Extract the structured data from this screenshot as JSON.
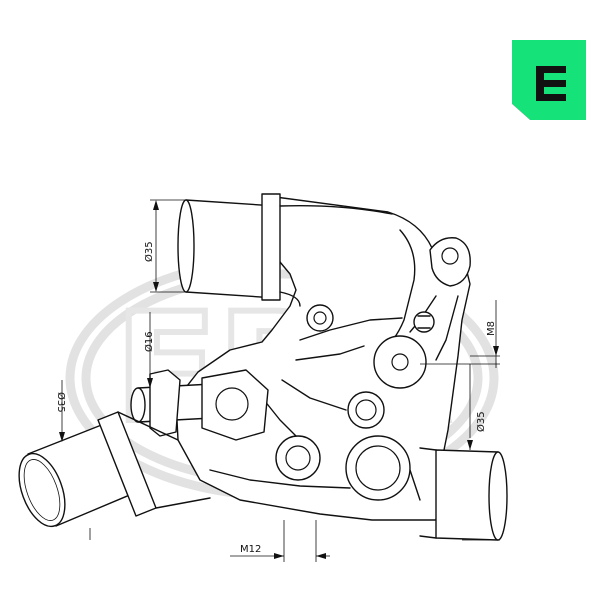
{
  "diagram": {
    "brand_logo": {
      "letter": "E",
      "color": "#16e27a",
      "fg": "#111111"
    },
    "watermark": {
      "text": "ERA",
      "color": "#e2e2e2"
    },
    "dimensions": {
      "top_pipe_diameter": "Ø35",
      "small_pipe_diameter": "Ø16",
      "left_pipe_diameter": "Ø35",
      "right_pipe_diameter": "Ø35",
      "bolt_thread": "M8",
      "bottom_thread": "M12"
    }
  }
}
